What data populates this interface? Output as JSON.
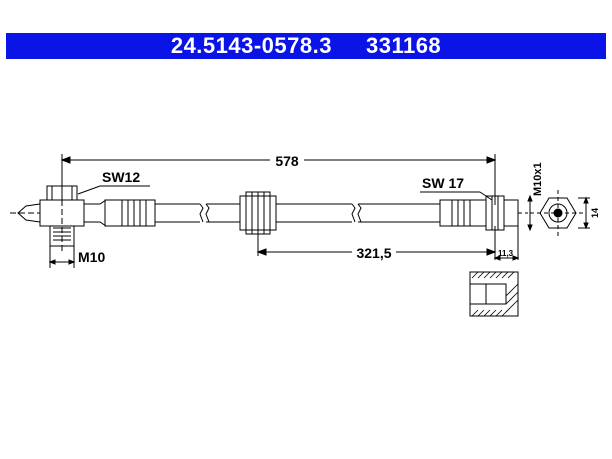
{
  "header": {
    "part_number": "24.5143-0578.3",
    "ref_number": "331168",
    "background_color": "#0a14e6",
    "text_color": "#ffffff"
  },
  "dimensions": {
    "overall_length": "578",
    "partial_length": "321,5",
    "wrench_left": "SW12",
    "wrench_right": "SW 17",
    "thread_left": "M10",
    "thread_right": "M10x1",
    "end_width": "11,3",
    "hex_size": "14"
  }
}
